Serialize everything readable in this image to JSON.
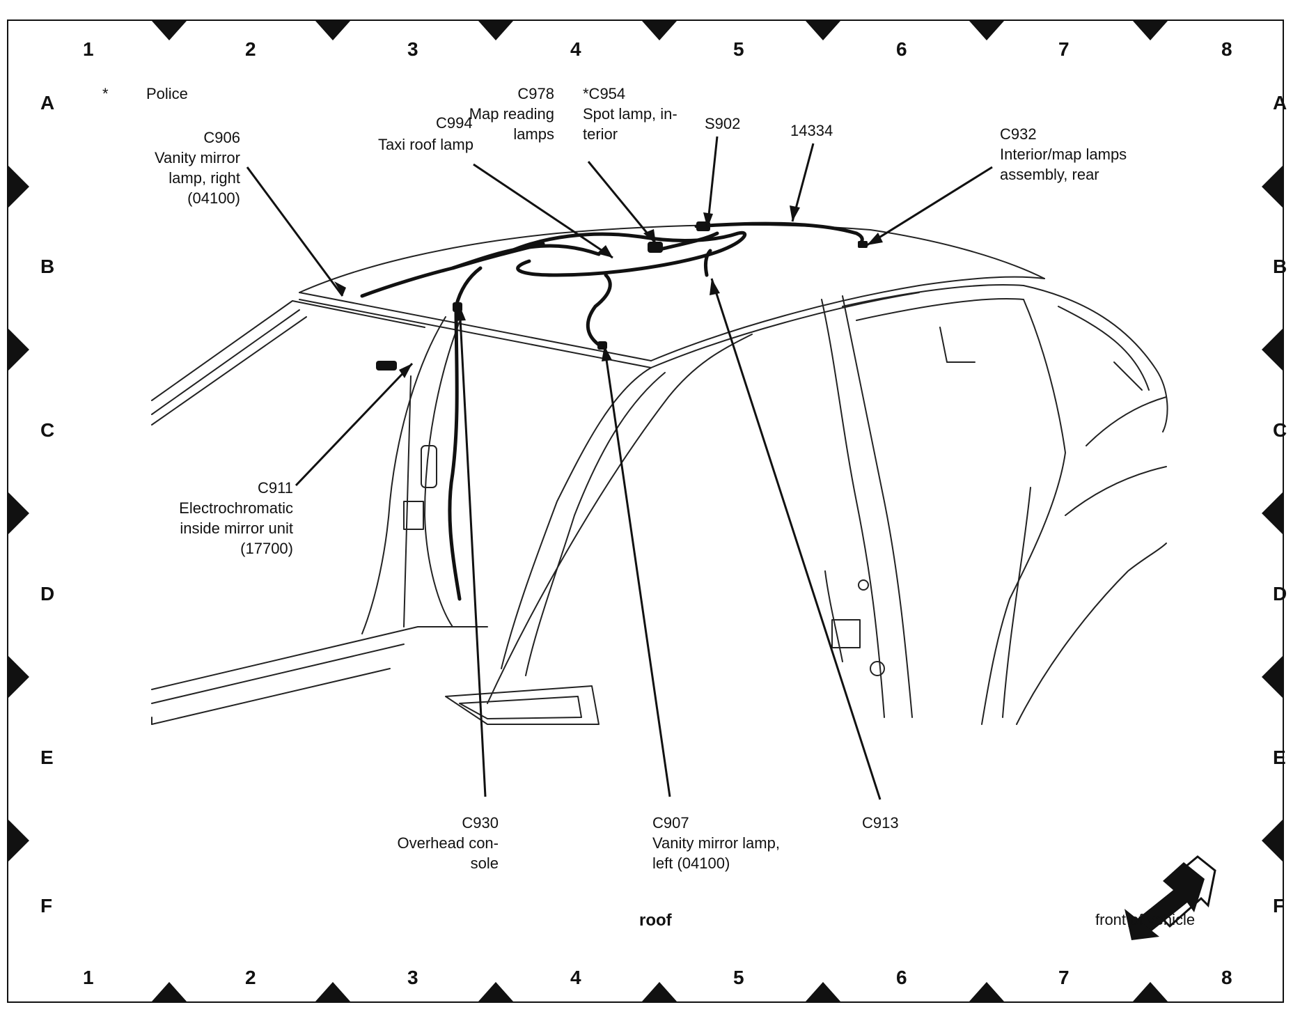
{
  "grid": {
    "columns": [
      "1",
      "2",
      "3",
      "4",
      "5",
      "6",
      "7",
      "8"
    ],
    "rows": [
      "A",
      "B",
      "C",
      "D",
      "E",
      "F"
    ]
  },
  "legend": {
    "symbol": "*",
    "text": "Police"
  },
  "labels": {
    "c906": {
      "code": "C906",
      "lines": [
        "Vanity mirror",
        "lamp, right",
        "(04100)"
      ]
    },
    "c994": {
      "code": "C994",
      "lines": [
        "Taxi roof lamp"
      ]
    },
    "c978": {
      "code": "C978",
      "lines": [
        "Map reading",
        "lamps"
      ]
    },
    "c954": {
      "code": "*C954",
      "lines": [
        "Spot lamp, in-",
        "terior"
      ]
    },
    "s902": {
      "code": "S902"
    },
    "n14334": {
      "code": "14334"
    },
    "c932": {
      "code": "C932",
      "lines": [
        "Interior/map lamps",
        "assembly, rear"
      ]
    },
    "c911": {
      "code": "C911",
      "lines": [
        "Electrochromatic",
        "inside mirror unit",
        "(17700)"
      ]
    },
    "c930": {
      "code": "C930",
      "lines": [
        "Overhead con-",
        "sole"
      ]
    },
    "c907": {
      "code": "C907",
      "lines": [
        "Vanity mirror lamp,",
        "left (04100)"
      ]
    },
    "c913": {
      "code": "C913"
    }
  },
  "caption": "roof",
  "direction": {
    "text": "front of vehicle",
    "icon": "front-arrow-icon"
  }
}
